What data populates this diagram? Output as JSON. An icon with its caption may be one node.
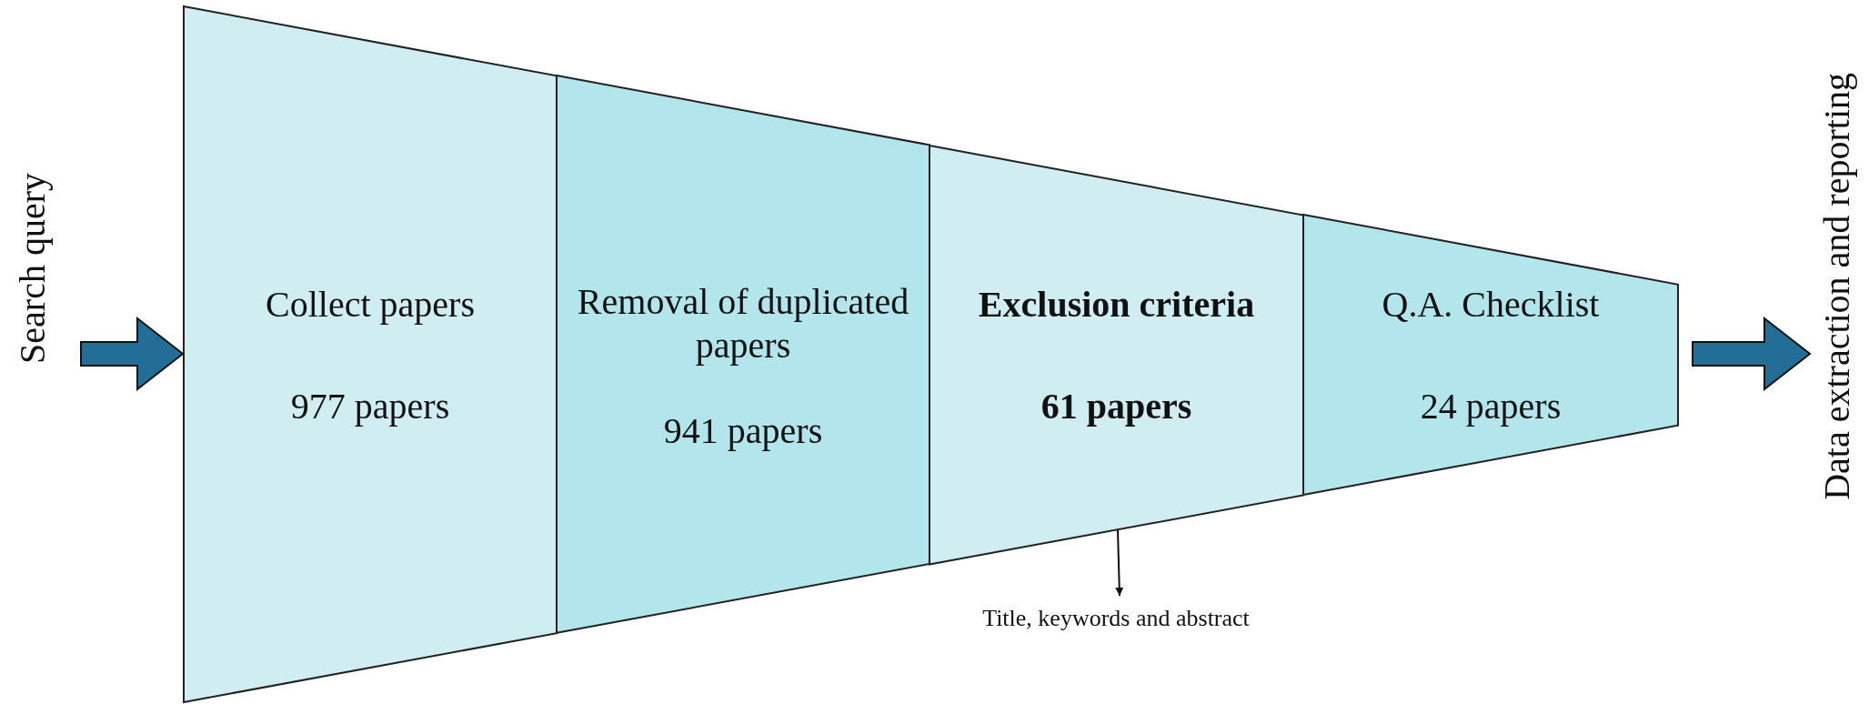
{
  "diagram": {
    "nodes": [
      {
        "text": [
          "Search query"
        ]
      },
      {
        "text": [
          "Collect papers",
          "977 papers"
        ]
      },
      {
        "text": [
          "Removal of duplicated papers",
          "941 papers"
        ]
      },
      {
        "text": [
          "Exclusion criteria",
          "61 papers"
        ]
      },
      {
        "text": [
          "Q.A. Checklist",
          "24 papers"
        ]
      },
      {
        "text": [
          "Data extraction and reporting"
        ]
      },
      {
        "text": [
          "Title, keywords and abstract"
        ]
      }
    ],
    "edges": [
      {
        "from": 0,
        "to": 1,
        "arrow": "to"
      },
      {
        "from": 4,
        "to": 5,
        "arrow": "to"
      },
      {
        "from": 3,
        "to": 6,
        "arrow": "to"
      }
    ]
  }
}
